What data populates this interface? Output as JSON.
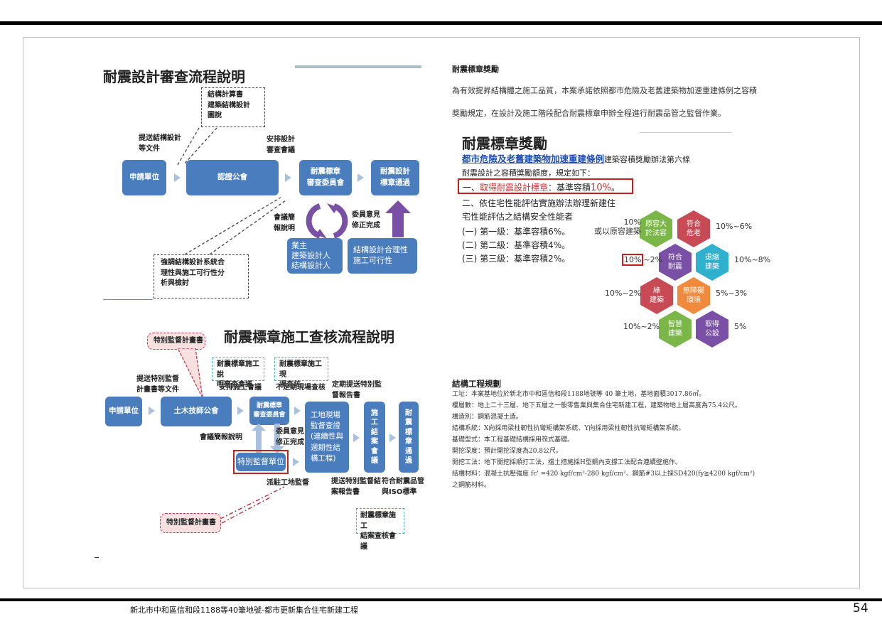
{
  "footer": {
    "project": "新北市中和區信和段1188等40筆地號-都市更新集合住宅新建工程",
    "page_number": "54"
  },
  "design_flow": {
    "title": "耐震設計審查流程說明",
    "note_top": "結構計算書\n建築結構設計\n圖說",
    "label_submit": "提送結構設計\n等文件",
    "label_arrange": "安排設計\n審查會議",
    "box_applicant": "申請單位",
    "box_association": "認證公會",
    "box_committee": "耐震標章\n審查委員會",
    "box_pass": "耐震設計\n標章通過",
    "label_briefing": "會議簡\n報說明",
    "label_revise": "委員意見\n修正完成",
    "box_owner": "業主\n建築設計人\n結構設計人",
    "box_reasonable": "結構設計合理性\n施工可行性",
    "note_bottom": "強調結構設計系統合\n理性與施工可行性分\n析與檢討"
  },
  "construction_flow": {
    "title": "耐震標章施工查核流程說明",
    "note_special_plan": "特別監督計畫書",
    "label_submit": "提送特別監督\n計畫書等文件",
    "note_kickoff": "耐震標章施工說\n明審查會議",
    "label_arrange": "安排施工會議",
    "note_inspect": "耐震標章施工現\n場查核",
    "label_random": "不定期現場查核",
    "label_periodic": "定期提送特別監\n督報告書",
    "box_applicant": "申請單位",
    "box_association": "土木技師公會",
    "box_committee": "耐震標章\n審查委員會",
    "box_site": "工地現場\n監督查證\n(連續性與\n週期性結\n構工程)",
    "box_completion": "施\n工\n結\n案\n會\n議",
    "box_pass": "耐\n震\n標\n章\n通\n過",
    "label_briefing": "會議簡報說明",
    "label_revise": "委員意見\n修正完成",
    "box_special": "特別監督單位",
    "label_resident": "派駐工地監督",
    "label_report": "提送特別監督結\n案報告書",
    "label_iso": "符合耐震品管\n與ISO標準",
    "note_special_plan2": "特別監督計畫書",
    "note_closing": "耐震標章施工\n結案查核會議"
  },
  "reward": {
    "heading": "耐震標章獎勵",
    "para1": "為有效提昇結構體之施工品質，本案承諾依照都市危險及老舊建築物加速重建條例之容積",
    "para2": "獎勵規定，在設計及施工階段配合耐震標章申辦全程進行耐震品管之監督作業。",
    "big_title": "耐震標章獎勵",
    "law_link": "都市危險及老舊建築物加速重建條例",
    "law_rest": "建築容積獎勵辦法第六條",
    "rule_intro": "耐震設計之容積獎勵額度，規定如下：",
    "rule1_prefix": "一、",
    "rule1_red": "取得耐震設計標章",
    "rule1_mid": "：基準容積",
    "rule1_pct": "10%",
    "rule1_end": "。",
    "rule2_a": "二、依住宅性能評估實施辦法辦理新建住",
    "rule2_b": "宅性能評估之結構安全性能者",
    "levels": [
      "(一) 第一級：基準容積6%。",
      "(二) 第二級：基準容積4%。",
      "(三) 第三級：基準容積2%。"
    ],
    "hexes": [
      {
        "label": "原容大\n於法容",
        "color": "#7ab648",
        "value": "10%\n或以原容建築"
      },
      {
        "label": "符合\n危老",
        "color": "#c84a55",
        "value": "10%~6%"
      },
      {
        "label": "符合\n耐震",
        "color": "#7a4fa6",
        "value_box": "10%",
        "value": "~2%"
      },
      {
        "label": "退縮\n建築",
        "color": "#2fb0cc",
        "value": "10%~8%"
      },
      {
        "label": "綠\n建築",
        "color": "#c84a55",
        "value": "10%~2%"
      },
      {
        "label": "無障礙\n環境",
        "color": "#f08a3c",
        "value": "5%~3%"
      },
      {
        "label": "智慧\n建築",
        "color": "#7ab648",
        "value": "10%~2%"
      },
      {
        "label": "取得\n公設",
        "color": "#7a4fa6",
        "value": "5%"
      }
    ]
  },
  "structure": {
    "heading": "結構工程規劃",
    "lines": [
      "工址：本案基地位於新北市中和區信和段1188地號等 40 筆土地，基地面積3017.86㎡。",
      "樓層數：地上二十三層、地下五層之一般零售業與集合住宅新建工程，建築物地上層高度為75.4公尺。",
      "構造別：鋼筋混凝土造。",
      "結構系統：X向採用梁柱韌性抗彎矩構架系統、Y向採用梁柱韌性抗彎矩構架系統。",
      "基礎型式：本工程基礎結構採用筏式基礎。",
      "開挖深度：預計開挖深度為20.8公尺。",
      "開挖工法：地下開挖採順打工法，擋土措施採H型鋼內支撐工法配合連續壁施作。",
      "結構材料：混凝土抗壓強度 fc' =420 kgf/cm²-280 kgf/cm²、鋼筋#3以上採SD420(fy≧4200 kgf/cm²)",
      "之鋼筋材料。"
    ]
  }
}
